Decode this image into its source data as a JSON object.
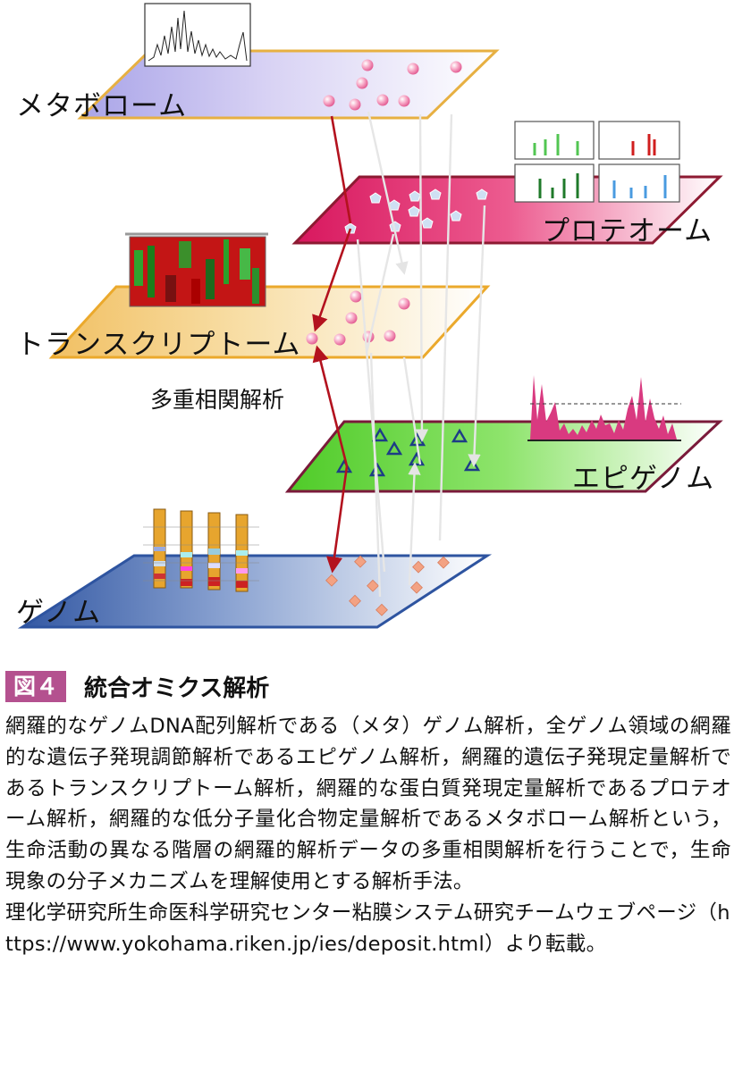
{
  "diagram": {
    "layers": {
      "metabolome": "メタボローム",
      "proteome": "プロテオーム",
      "transcriptome": "トランスクリプトーム",
      "epigenome": "エピゲノム",
      "genome": "ゲノム"
    },
    "analysis_label": "多重相関解析",
    "colors": {
      "metabolome": "#a9a4e8",
      "proteome": "#e0246a",
      "transcriptome": "#f3c56e",
      "epigenome": "#59d12f",
      "genome": "#3d63ae",
      "correlation_arrow": "#b3121e",
      "badge": "#b4518f"
    }
  },
  "caption": {
    "badge": "図４",
    "title": "統合オミクス解析",
    "body": "網羅的なゲノムDNA配列解析である（メタ）ゲノム解析，全ゲノム領域の網羅的な遺伝子発現調節解析であるエピゲノム解析，網羅的遺伝子発現定量解析であるトランスクリプトーム解析，網羅的な蛋白質発現定量解析であるプロテオーム解析，網羅的な低分子量化合物定量解析であるメタボローム解析という，生命活動の異なる階層の網羅的解析データの多重相関解析を行うことで，生命現象の分子メカニズムを理解使用とする解析手法。",
    "source": "理化学研究所生命医科学研究センター粘膜システム研究チームウェブページ（https://www.yokohama.riken.jp/ies/deposit.html）より転載。"
  }
}
